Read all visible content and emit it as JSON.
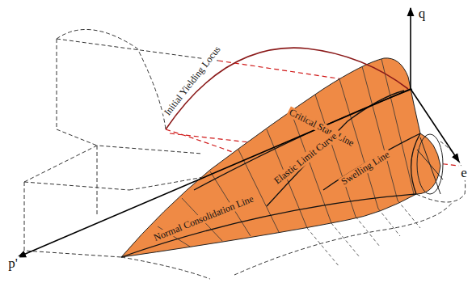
{
  "diagram": {
    "labels": [
      "q",
      "p'",
      "e",
      "Initial Yielding Locus",
      "Critical State Line",
      "Elastic Limit Curve",
      "Swelling Line",
      "Normal Consolidation Line"
    ]
  }
}
